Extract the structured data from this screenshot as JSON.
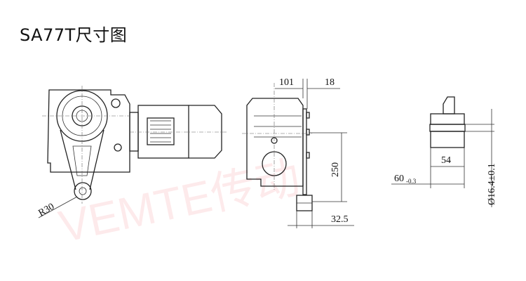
{
  "title": "SA77T尺寸图",
  "watermark": "VEMTE传动",
  "dimensions": {
    "radius": "R30",
    "width_101": "101",
    "offset_18": "18",
    "height_250": "250",
    "width_32_5": "32.5",
    "bore_width_54": "54",
    "length_60": "60",
    "length_60_tol": "-0.3",
    "diameter": "Ø16.4±0.1"
  }
}
